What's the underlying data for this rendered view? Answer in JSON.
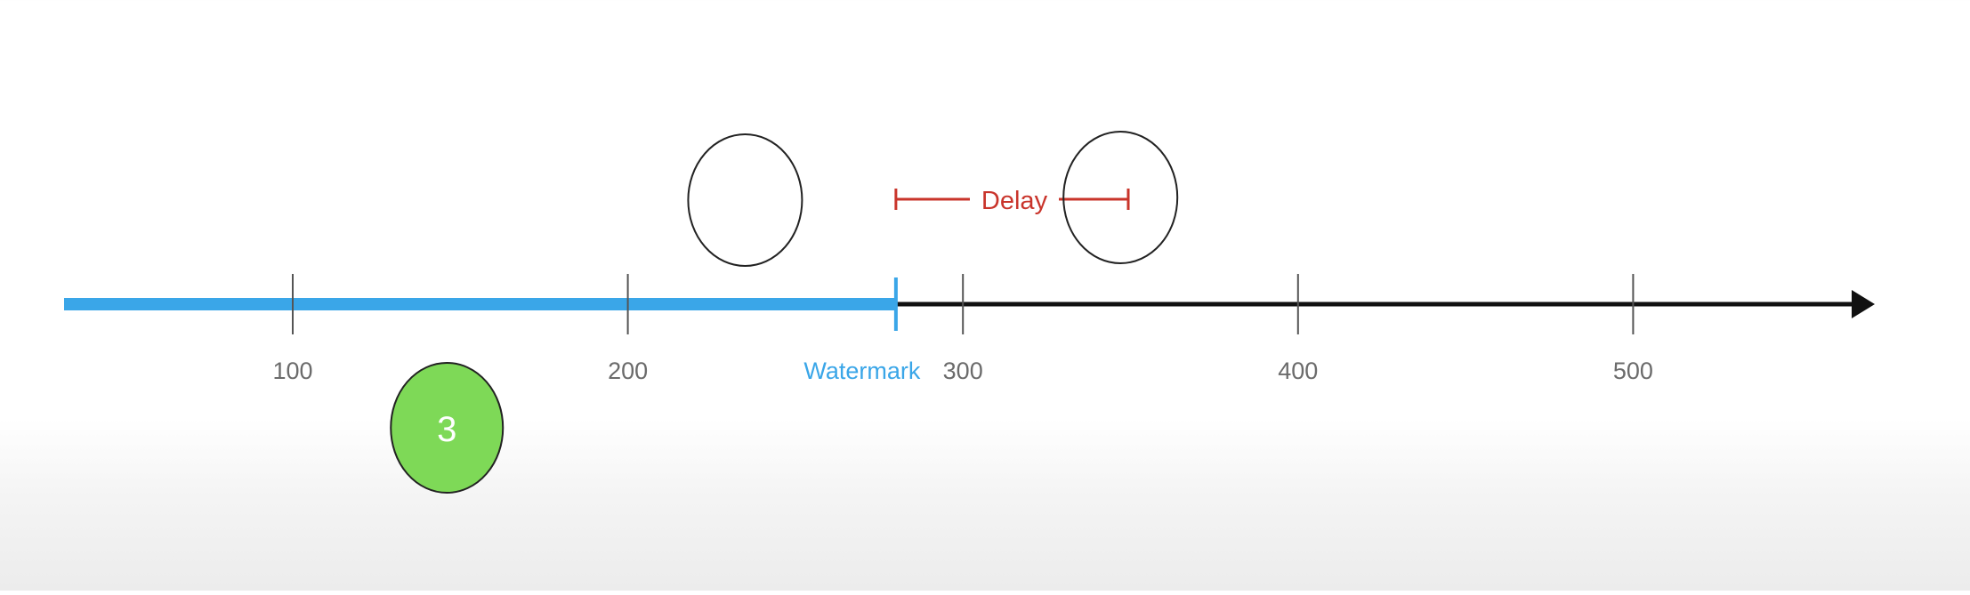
{
  "timeline": {
    "ticks": [
      {
        "value": 100,
        "label": "100"
      },
      {
        "value": 200,
        "label": "200"
      },
      {
        "value": 300,
        "label": "300"
      },
      {
        "value": 400,
        "label": "400"
      },
      {
        "value": 500,
        "label": "500"
      }
    ],
    "axis_color": "#111111",
    "tick_label_color": "#6b6b6b"
  },
  "watermark": {
    "label": "Watermark",
    "value": 280,
    "color": "#3aa6e8"
  },
  "delay": {
    "label": "Delay",
    "color": "#c9342b"
  },
  "events": {
    "processed": {
      "label": "3",
      "value": 146,
      "fill": "#7ed957",
      "text_color": "#ffffff"
    },
    "pending_a": {
      "value": 235
    },
    "pending_b": {
      "value": 347
    }
  }
}
